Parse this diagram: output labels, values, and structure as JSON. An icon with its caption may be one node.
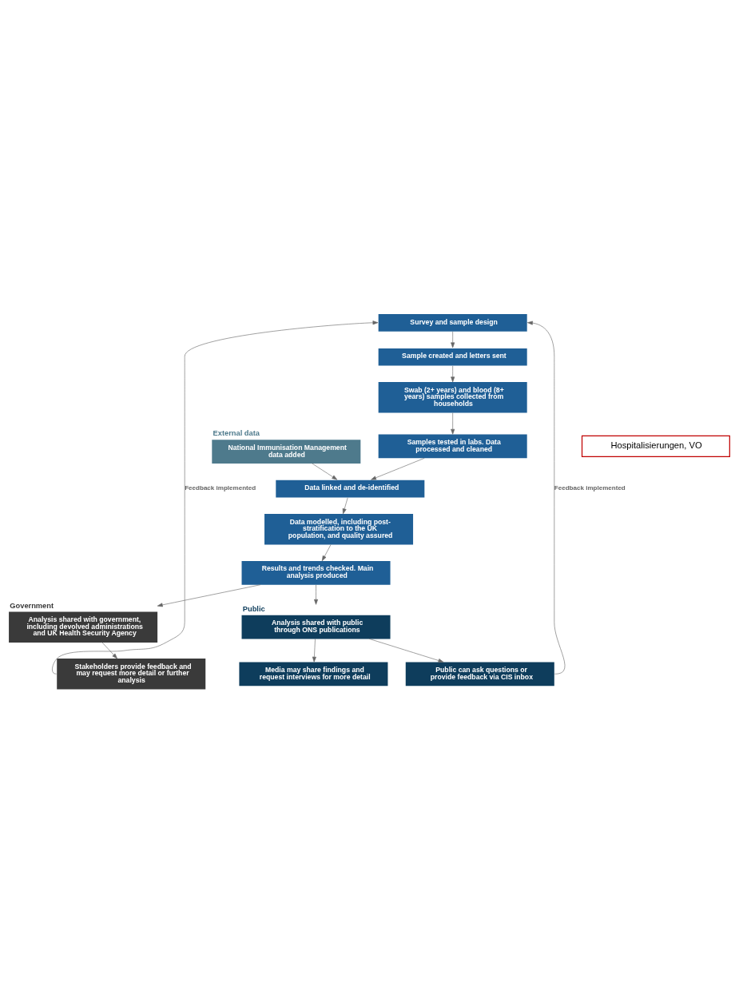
{
  "diagram": {
    "nodes": [
      {
        "text": [
          "Survey and sample design"
        ]
      },
      {
        "text": [
          "Sample created and letters sent"
        ]
      },
      {
        "text": [
          "Swab (2+ years) and blood (8+ years) samples collected from households"
        ]
      },
      {
        "text": [
          "Samples tested in labs. Data processed and cleaned"
        ]
      },
      {
        "text": [
          "External data",
          "National Immunisation Management data added"
        ]
      },
      {
        "text": [
          "Hospitalisierungen, VO"
        ]
      },
      {
        "text": [
          "Data linked and de-identified"
        ]
      },
      {
        "text": [
          "Data modelled, including post-stratification to the UK population, and quality assured"
        ]
      },
      {
        "text": [
          "Results and trends checked. Main analysis produced"
        ]
      },
      {
        "text": [
          "Government",
          "Analysis shared with government, including devolved administrations and UK Health Security Agency"
        ]
      },
      {
        "text": [
          "Public",
          "Analysis shared with public through ONS publications"
        ]
      },
      {
        "text": [
          "Public can ask questions or provide feedback via CIS inbox"
        ]
      },
      {
        "text": [
          "Media may share findings and request interviews for more detail"
        ]
      },
      {
        "text": [
          "Stakeholders provide feedback and may request more detail or further analysis"
        ]
      }
    ],
    "edges": [
      {
        "from": 0,
        "to": 1,
        "arrow": "to"
      },
      {
        "from": 1,
        "to": 2,
        "arrow": "to"
      },
      {
        "from": 2,
        "to": 3,
        "arrow": "to"
      },
      {
        "from": 3,
        "to": 6,
        "arrow": "to"
      },
      {
        "from": 4,
        "to": 6,
        "arrow": "to"
      },
      {
        "from": 6,
        "to": 7,
        "arrow": "to"
      },
      {
        "from": 7,
        "to": 8,
        "arrow": "to"
      },
      {
        "from": 8,
        "to": 9,
        "arrow": "to"
      },
      {
        "from": 8,
        "to": 10,
        "arrow": "to"
      },
      {
        "from": 9,
        "to": 13,
        "arrow": "to"
      },
      {
        "from": 10,
        "to": 11,
        "arrow": "to"
      },
      {
        "from": 10,
        "to": 12,
        "arrow": "to"
      },
      {
        "from": 13,
        "to": 0,
        "arrow": "to",
        "label": "Feedback implemented"
      },
      {
        "from": 11,
        "to": 0,
        "arrow": "to",
        "label": "Feedback implemented"
      }
    ]
  }
}
